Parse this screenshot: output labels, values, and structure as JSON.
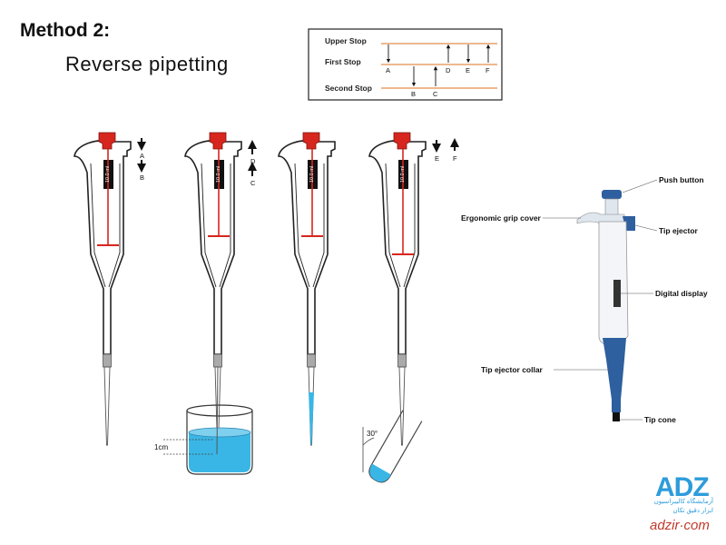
{
  "heading": {
    "title": "Method 2:",
    "subtitle": "Reverse pipetting"
  },
  "stop_diagram": {
    "labels": [
      "Upper Stop",
      "First Stop",
      "Second Stop"
    ],
    "letters": [
      "A",
      "B",
      "C",
      "D",
      "E",
      "F"
    ]
  },
  "pipette_steps": {
    "display_value": "10.0 ml",
    "step1_letters": [
      "A",
      "B"
    ],
    "step2_letters": [
      "D",
      "C"
    ],
    "step4_letters": [
      "E",
      "F"
    ],
    "depth_label": "1cm",
    "angle_label": "30°"
  },
  "anatomy": {
    "push_button": "Push button",
    "grip_cover": "Ergonomic grip cover",
    "tip_ejector": "Tip ejector",
    "digital_display": "Digital display",
    "ejector_collar": "Tip ejector collar",
    "tip_cone": "Tip cone"
  },
  "logo": {
    "mark": "ADZ",
    "line1": "آزمایشگاه کالیبراسیون",
    "line2": "ابزار دقیق تکان",
    "site": "adzir·com"
  },
  "colors": {
    "accent_red": "#d7261e",
    "stop_line": "#e8a06a",
    "liquid": "#39b6e6",
    "pipette_blue": "#2e5f9e"
  }
}
